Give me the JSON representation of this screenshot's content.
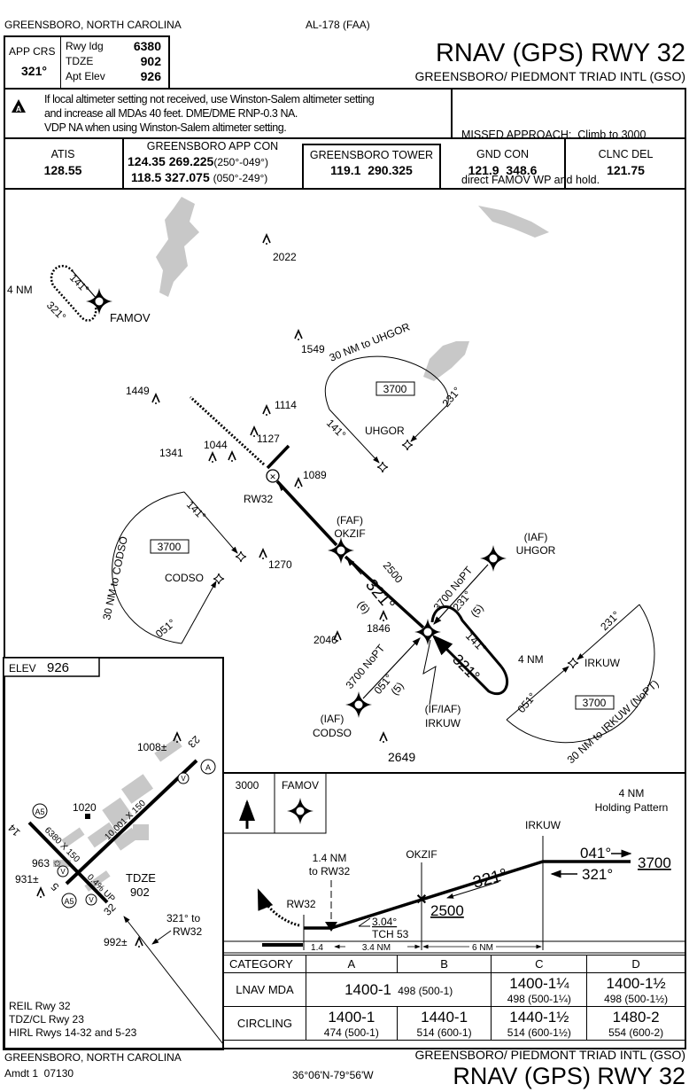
{
  "header": {
    "location": "GREENSBORO, NORTH CAROLINA",
    "chart_id": "AL-178 (FAA)",
    "title": "RNAV (GPS) RWY 32",
    "airport": "GREENSBORO/ PIEDMONT TRIAD INTL (GSO)"
  },
  "briefing": {
    "app_crs_label": "APP CRS",
    "app_crs": "321°",
    "rwy_ldg_label": "Rwy ldg",
    "rwy_ldg": "6380",
    "tdze_label": "TDZE",
    "tdze": "902",
    "apt_elev_label": "Apt Elev",
    "apt_elev": "926"
  },
  "notes": {
    "icon": "alternate-minimums-triangle-icon",
    "lines": [
      "If local altimeter setting not received, use Winston-Salem altimeter setting",
      "and increase all MDAs 40 feet. DME/DME RNP-0.3 NA.",
      "VDP NA when using Winston-Salem altimeter setting."
    ],
    "missed_approach": [
      "MISSED APPROACH:  Climb to 3000",
      "direct FAMOV WP and hold."
    ]
  },
  "comms": {
    "atis_label": "ATIS",
    "atis": "128.55",
    "app_label": "GREENSBORO APP CON",
    "app_freq1": "124.35  269.225",
    "app_sector1": "(250°-049°)",
    "app_freq2": "118.5  327.075",
    "app_sector2": "(050°-249°)",
    "tower_label": "GREENSBORO TOWER",
    "tower": "119.1  290.325",
    "gnd_label": "GND CON",
    "gnd": "121.9  348.6",
    "clnc_label": "CLNC DEL",
    "clnc": "121.75"
  },
  "plan_view": {
    "obstacles": [
      "2022",
      "1549",
      "1449",
      "1114",
      "1127",
      "1044",
      "1341",
      "1089",
      "1270",
      "2046",
      "1846",
      "2649"
    ],
    "famov": {
      "name": "FAMOV",
      "dist": "4 NM",
      "inbound": "141°",
      "outbound": "321°"
    },
    "rw32": "RW32",
    "okzif": {
      "role": "(FAF)",
      "name": "OKZIF"
    },
    "final": {
      "alt": "2500",
      "course": "321°",
      "dist": "(6)"
    },
    "uhgor": {
      "role": "(IAF)",
      "name": "UHGOR",
      "alt": "3700 NoPT",
      "course": "231°",
      "dist": "(5)"
    },
    "codso": {
      "role": "(IAF)",
      "name": "CODSO",
      "alt": "3700 NoPT",
      "course": "051°",
      "dist": "(5)"
    },
    "irkuw": {
      "role": "(IF/IAF)",
      "name": "IRKUW",
      "hold_in": "141°",
      "hold_out": "321°",
      "hold_dist": "4 NM"
    },
    "taa_uhgor": {
      "label": "30 NM to UHGOR",
      "alt": "3700",
      "c1": "141°",
      "c2": "231°",
      "name": "UHGOR"
    },
    "taa_codso": {
      "label": "30 NM to CODSO",
      "alt": "3700",
      "c1": "141°",
      "c2": "051°",
      "name": "CODSO"
    },
    "taa_irkuw": {
      "label": "30 NM to IRKUW (NoPT)",
      "alt": "3700",
      "c1": "231°",
      "c2": "051°",
      "name": "IRKUW"
    }
  },
  "airport_sketch": {
    "elev_label": "ELEV",
    "elev": "926",
    "rwy_14_32": "6380 X 150",
    "rwy_5_23": "10,001 X 150",
    "rwy_labels": [
      "14",
      "32",
      "5",
      "23"
    ],
    "obstacles": [
      "1008±",
      "1020",
      "963",
      "931±",
      "992±"
    ],
    "gradient": "0.4% UP",
    "tdze_label": "TDZE",
    "tdze": "902",
    "approach_line": [
      "321° to",
      "RW32"
    ],
    "lighting": [
      "REIL Rwy 32",
      "TDZ/CL Rwy 23",
      "HIRL Rwys 14-32 and 5-23"
    ],
    "lights": [
      "A5",
      "A5",
      "A",
      "V",
      "V",
      "V"
    ]
  },
  "profile": {
    "missed_alt": "3000",
    "missed_fix": "FAMOV",
    "holding": [
      "4 NM",
      "Holding Pattern"
    ],
    "irkuw": "IRKUW",
    "okzif": "OKZIF",
    "rw32": "RW32",
    "vdp": [
      "1.4 NM",
      "to RW32"
    ],
    "course_out": "041°",
    "course_in": "321°",
    "irkuw_alt": "3700",
    "final_course": "321°",
    "okzif_alt": "2500",
    "gpa": "3.04°",
    "tch": "TCH 53",
    "distances": [
      "1.4",
      "3.4 NM",
      "6 NM"
    ]
  },
  "minimums": {
    "header": [
      "CATEGORY",
      "A",
      "B",
      "C",
      "D"
    ],
    "lnav": {
      "label": "LNAV MDA",
      "ab": "1400-1",
      "ab_sub": "498 (500-1)",
      "c": "1400-1¼",
      "c_sub": "498 (500-1¼)",
      "d": "1400-1½",
      "d_sub": "498 (500-1½)"
    },
    "circling": {
      "label": "CIRCLING",
      "a": "1400-1",
      "a_sub": "474 (500-1)",
      "b": "1440-1",
      "b_sub": "514 (600-1)",
      "c": "1440-1½",
      "c_sub": "514 (600-1½)",
      "d": "1480-2",
      "d_sub": "554 (600-2)"
    }
  },
  "footer": {
    "location": "GREENSBORO, NORTH CAROLINA",
    "amendment": "Amdt 1  07130",
    "coords": "36°06'N-79°56'W",
    "airport": "GREENSBORO/ PIEDMONT TRIAD INTL (GSO)",
    "title": "RNAV (GPS) RWY 32"
  }
}
